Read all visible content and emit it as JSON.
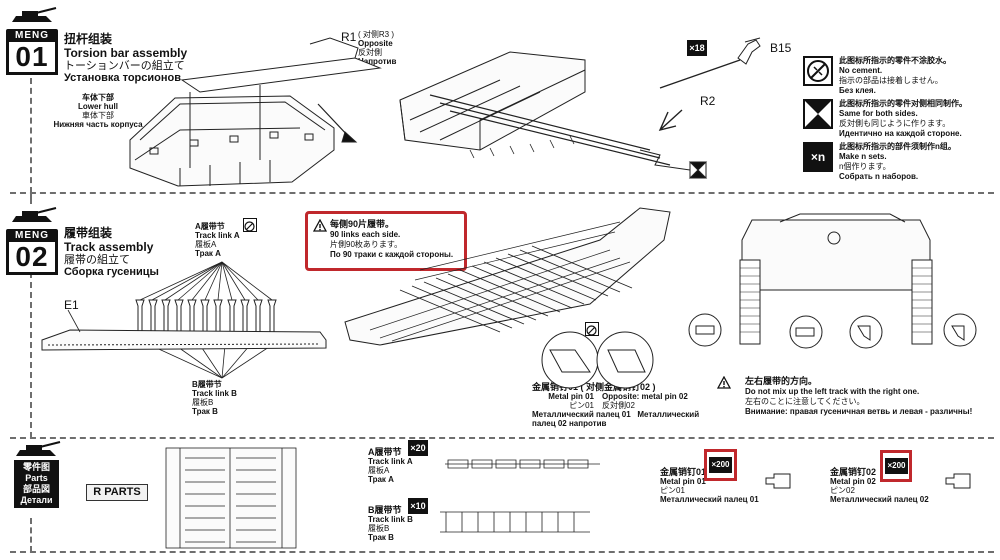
{
  "brand": "MENG",
  "step1": {
    "number": "01",
    "title_zh": "扭杆组装",
    "title_en": "Torsion bar assembly",
    "title_jp": "トーションバーの組立て",
    "title_ru": "Установка торсионов",
    "lower_hull": {
      "zh": "车体下部",
      "en": "Lower hull",
      "jp": "車体下部",
      "ru": "Нижняя часть корпуса"
    },
    "part_r1": "R1",
    "opposite_r3": {
      "zh": "( 对侧R3 )",
      "en": "Opposite",
      "jp": "反対側",
      "ru": "Напротив"
    },
    "part_b15": "B15",
    "part_r2": "R2",
    "qty_r2": "×18"
  },
  "legend": [
    {
      "icon": "no-cement-icon",
      "zh": "此图标所指示的零件不涂胶水。",
      "en": "No cement.",
      "jp": "指示の部品は接着しません。",
      "ru": "Без клея."
    },
    {
      "icon": "same-both-sides-icon",
      "zh": "此图标所指示的零件对侧相同制作。",
      "en": "Same for both sides.",
      "jp": "反対側も同じように作ります。",
      "ru": "Идентично на каждой стороне."
    },
    {
      "icon": "make-n-sets-icon",
      "glyph": "×n",
      "zh": "此图标所指示的部件须制作n组。",
      "en": "Make n sets.",
      "jp": "n個作ります。",
      "ru": "Собрать n наборов."
    }
  ],
  "step2": {
    "number": "02",
    "title_zh": "履带组装",
    "title_en": "Track assembly",
    "title_jp": "履帯の組立て",
    "title_ru": "Сборка гусеницы",
    "link_a": {
      "zh": "A履带节",
      "en": "Track link A",
      "jp": "履板A",
      "ru": "Трак A"
    },
    "link_b": {
      "zh": "B履带节",
      "en": "Track link B",
      "jp": "履板B",
      "ru": "Трак B"
    },
    "part_e1": "E1",
    "note": {
      "zh": "每侧90片履带。",
      "en": "90 links each side.",
      "jp": "片側90枚あります。",
      "ru": "По 90 траки с каждой стороны."
    },
    "pin": {
      "zh": "金属销钉01 ( 对侧金属销钉02 )",
      "en1": "Metal pin 01",
      "en2": "Opposite: metal pin 02",
      "jp1": "ピン01",
      "jp2": "反対側02",
      "ru1": "Металлический палец 01",
      "ru2": "Металлический палец 02 напротив"
    },
    "direction": {
      "zh": "左右履带的方向。",
      "en": "Do not mix up the left track with the right one.",
      "jp": "左右のことに注意してください。",
      "ru": "Внимание: правая гусеничная ветвь и левая -  различны!"
    }
  },
  "parts": {
    "badge_zh": "零件图",
    "badge_en": "Parts",
    "badge_jp": "部品図",
    "badge_ru": "Детали",
    "r_parts_label": "R PARTS",
    "link_a": {
      "zh": "A履带节",
      "en": "Track link A",
      "jp": "履板A",
      "ru": "Трак A",
      "qty": "×20"
    },
    "link_b": {
      "zh": "B履带节",
      "en": "Track link B",
      "jp": "履板B",
      "ru": "Трак B",
      "qty": "×10"
    },
    "pin01": {
      "zh": "金属销钉01",
      "en": "Metal pin 01",
      "jp": "ピン01",
      "ru": "Металлический палец 01",
      "qty": "×200"
    },
    "pin02": {
      "zh": "金属销钉02",
      "en": "Metal pin 02",
      "jp": "ピン02",
      "ru": "Металлический палец 02",
      "qty": "×200"
    }
  },
  "colors": {
    "accent_red": "#c0282c",
    "ink": "#111111",
    "dash": "#6e6e6e"
  }
}
